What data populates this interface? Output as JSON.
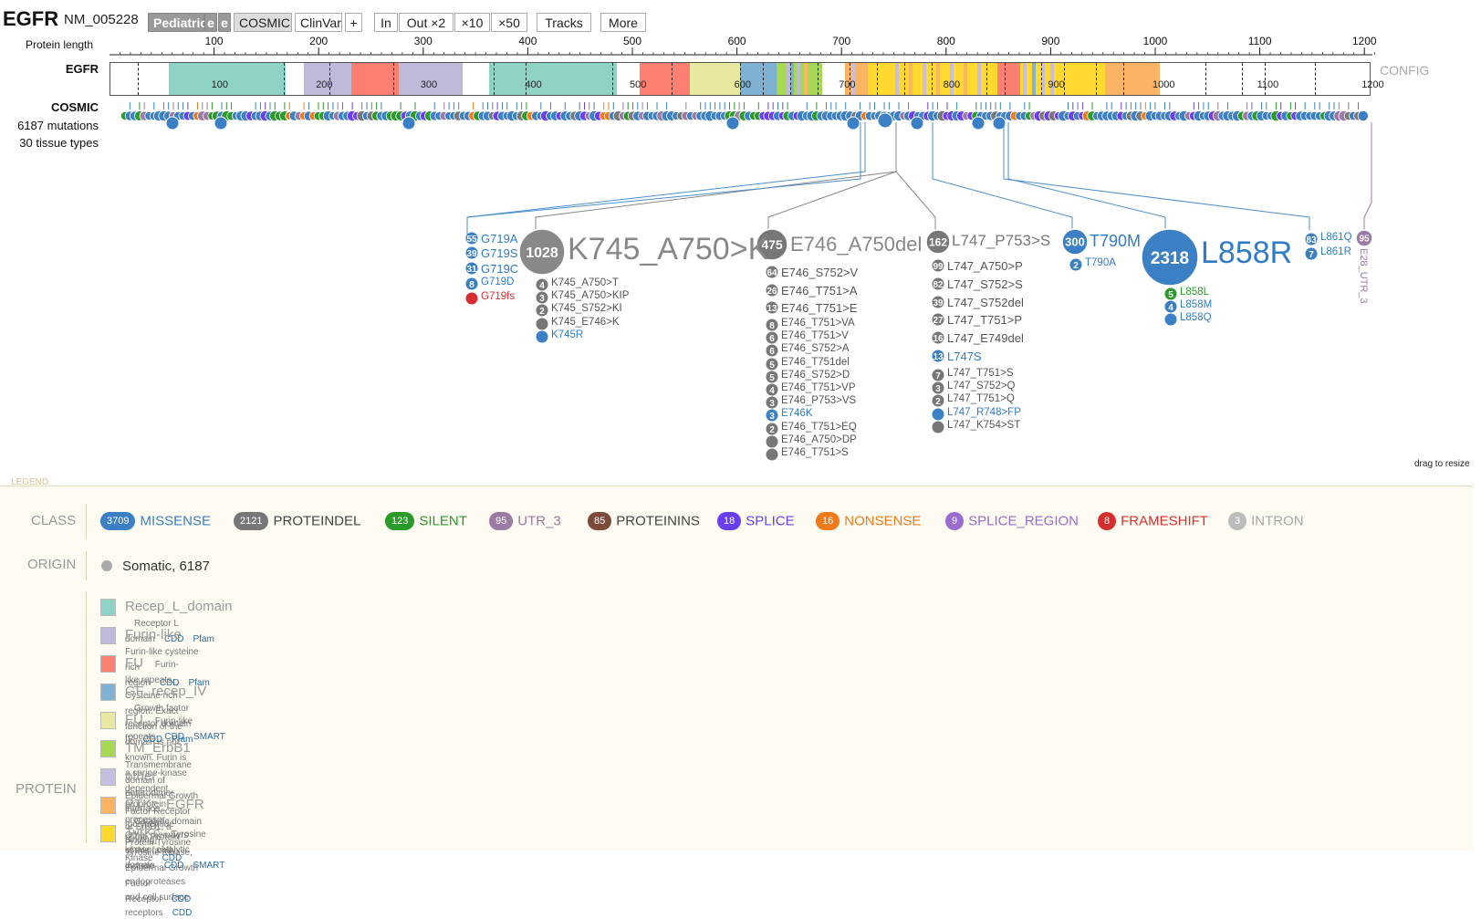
{
  "header": {
    "gene": "EGFR",
    "accession": "NM_005228",
    "buttons": [
      "Pediatric",
      "e",
      "e",
      "COSMIC",
      "ClinVar",
      "+",
      "In",
      "Out ×2",
      "×10",
      "×50",
      "Tracks",
      "More"
    ]
  },
  "ruler": {
    "label": "Protein length",
    "ticks": [
      "100",
      "200",
      "300",
      "400",
      "500",
      "600",
      "700",
      "800",
      "900",
      "1000",
      "1100",
      "1200"
    ],
    "inner_ticks": [
      "100",
      "200",
      "300",
      "400",
      "500",
      "600",
      "700",
      "800",
      "900",
      "1000",
      "1100",
      "1200"
    ]
  },
  "gene_track": {
    "label": "EGFR",
    "config": "CONFIG"
  },
  "cosmic_track": {
    "label": "COSMIC",
    "mutations": "6187 mutations",
    "tissues": "30 tissue types"
  },
  "colors": {
    "missense": "#3b7fc4",
    "proteindel": "#777777",
    "silent": "#2a9a2a",
    "utr3": "#9b7ba3",
    "proteinins": "#7b4a3a",
    "splice": "#6a3ef0",
    "nonsense": "#f07a1a",
    "splice_region": "#9b6ccf",
    "frameshift": "#d62e2e",
    "intron": "#bbbbbb"
  },
  "groups": {
    "g719": {
      "items": [
        {
          "count": "55",
          "label": "G719A",
          "cls": "missense"
        },
        {
          "count": "39",
          "label": "G719S",
          "cls": "missense"
        },
        {
          "count": "31",
          "label": "G719C",
          "cls": "missense"
        },
        {
          "count": "8",
          "label": "G719D",
          "cls": "missense"
        },
        {
          "count": "",
          "label": "G719fs",
          "cls": "frameshift"
        }
      ]
    },
    "k745": {
      "count": "1028",
      "label": "K745_A750>K",
      "items": [
        {
          "count": "4",
          "label": "K745_A750>T",
          "cls": "proteindel"
        },
        {
          "count": "3",
          "label": "K745_A750>KIP",
          "cls": "proteindel"
        },
        {
          "count": "2",
          "label": "K745_S752>KI",
          "cls": "proteindel"
        },
        {
          "count": "",
          "label": "K745_E746>K",
          "cls": "proteindel"
        },
        {
          "count": "",
          "label": "K745R",
          "cls": "missense"
        }
      ]
    },
    "e746": {
      "count": "475",
      "label": "E746_A750del",
      "items": [
        {
          "count": "64",
          "label": "E746_S752>V",
          "cls": "proteindel"
        },
        {
          "count": "26",
          "label": "E746_T751>A",
          "cls": "proteindel"
        },
        {
          "count": "13",
          "label": "E746_T751>E",
          "cls": "proteindel"
        },
        {
          "count": "8",
          "label": "E746_T751>VA",
          "cls": "proteindel"
        },
        {
          "count": "6",
          "label": "E746_T751>V",
          "cls": "proteindel"
        },
        {
          "count": "6",
          "label": "E746_S752>A",
          "cls": "proteindel"
        },
        {
          "count": "5",
          "label": "E746_T751del",
          "cls": "proteindel"
        },
        {
          "count": "5",
          "label": "E746_S752>D",
          "cls": "proteindel"
        },
        {
          "count": "4",
          "label": "E746_T751>VP",
          "cls": "proteindel"
        },
        {
          "count": "3",
          "label": "E746_P753>VS",
          "cls": "proteindel"
        },
        {
          "count": "3",
          "label": "E746K",
          "cls": "missense"
        },
        {
          "count": "2",
          "label": "E746_T751>EQ",
          "cls": "proteindel"
        },
        {
          "count": "",
          "label": "E746_A750>DP",
          "cls": "proteindel"
        },
        {
          "count": "",
          "label": "E746_T751>S",
          "cls": "proteindel"
        }
      ]
    },
    "l747": {
      "count": "162",
      "label": "L747_P753>S",
      "items": [
        {
          "count": "99",
          "label": "L747_A750>P",
          "cls": "proteindel"
        },
        {
          "count": "82",
          "label": "L747_S752>S",
          "cls": "proteindel"
        },
        {
          "count": "39",
          "label": "L747_S752del",
          "cls": "proteindel"
        },
        {
          "count": "27",
          "label": "L747_T751>P",
          "cls": "proteindel"
        },
        {
          "count": "16",
          "label": "L747_E749del",
          "cls": "proteindel"
        },
        {
          "count": "13",
          "label": "L747S",
          "cls": "missense"
        },
        {
          "count": "7",
          "label": "L747_T751>S",
          "cls": "proteindel"
        },
        {
          "count": "3",
          "label": "L747_S752>Q",
          "cls": "proteindel"
        },
        {
          "count": "2",
          "label": "L747_T751>Q",
          "cls": "proteindel"
        },
        {
          "count": "",
          "label": "L747_R748>FP",
          "cls": "missense"
        },
        {
          "count": "",
          "label": "L747_K754>ST",
          "cls": "proteindel"
        }
      ]
    },
    "t790": {
      "count": "300",
      "label": "T790M",
      "items": [
        {
          "count": "2",
          "label": "T790A",
          "cls": "missense"
        }
      ]
    },
    "l858": {
      "count": "2318",
      "label": "L858R",
      "items": [
        {
          "count": "5",
          "label": "L858L",
          "cls": "silent"
        },
        {
          "count": "4",
          "label": "L858M",
          "cls": "missense"
        },
        {
          "count": "",
          "label": "L858Q",
          "cls": "missense"
        }
      ]
    },
    "l861": {
      "items": [
        {
          "count": "83",
          "label": "L861Q",
          "cls": "missense"
        },
        {
          "count": "7",
          "label": "L861R",
          "cls": "missense"
        }
      ]
    },
    "utr": {
      "count": "95",
      "label": "E28_UTR_3"
    }
  },
  "legend": {
    "title": "LEGEND",
    "drag": "drag to resize",
    "class_label": "CLASS",
    "origin_label": "ORIGIN",
    "protein_label": "PROTEIN",
    "classes": [
      {
        "count": "3709",
        "name": "MISSENSE",
        "key": "missense"
      },
      {
        "count": "2121",
        "name": "PROTEINDEL",
        "key": "proteindel"
      },
      {
        "count": "123",
        "name": "SILENT",
        "key": "silent"
      },
      {
        "count": "95",
        "name": "UTR_3",
        "key": "utr3"
      },
      {
        "count": "85",
        "name": "PROTEININS",
        "key": "proteinins"
      },
      {
        "count": "18",
        "name": "SPLICE",
        "key": "splice"
      },
      {
        "count": "16",
        "name": "NONSENSE",
        "key": "nonsense"
      },
      {
        "count": "9",
        "name": "SPLICE_REGION",
        "key": "splice_region"
      },
      {
        "count": "8",
        "name": "FRAMESHIFT",
        "key": "frameshift"
      },
      {
        "count": "3",
        "name": "INTRON",
        "key": "intron"
      }
    ],
    "origin": "Somatic, 6187",
    "domains": [
      {
        "name": "Recep_L_domain",
        "desc": "Receptor L domain",
        "links": [
          "CDD",
          "Pfam"
        ],
        "color": "#8fd3c7"
      },
      {
        "name": "Furin-like",
        "desc": "Furin-like cysteine rich region",
        "links": [
          "CDD",
          "Pfam"
        ],
        "color": "#bebada"
      },
      {
        "name": "FU",
        "desc": "Furin-like repeats. Cysteine rich region. Exact function of the domain is not known. Furin is a serine-kinase dependent proprotein processor. Other members of this family include endoproteases and cell surface receptors",
        "links": [
          "CDD"
        ],
        "color": "#fb8072"
      },
      {
        "name": "GF_recep_IV",
        "desc": "Growth factor receptor domain IV",
        "links": [
          "CDD",
          "Pfam"
        ],
        "color": "#80b1d3"
      },
      {
        "name": "FU",
        "desc": "Furin-like repeats",
        "links": [
          "CDD",
          "SMART"
        ],
        "color": "#e8e8a0"
      },
      {
        "name": "TM_ErbB1",
        "desc": "Transmembrane domain of Epidermal Growth Factor Receptor or ErbB1, a Protein Tyrosine Kinase",
        "links": [
          "CDD"
        ],
        "color": "#a6d854"
      },
      {
        "name": "other",
        "desc": "heterodimer interface [polypeptide binding]",
        "links": [],
        "color": "#c6bde0"
      },
      {
        "name": "PTKc_EGFR",
        "desc": "Catalytic domain of the Protein Tyrosine Kinase, Epidermal Growth Factor Receptor",
        "links": [
          "CDD"
        ],
        "color": "#fdb462"
      },
      {
        "name": "TyrKc",
        "desc": "Tyrosine kinase, catalytic domain",
        "links": [
          "CDD",
          "SMART"
        ],
        "color": "#ffd92f"
      }
    ]
  }
}
